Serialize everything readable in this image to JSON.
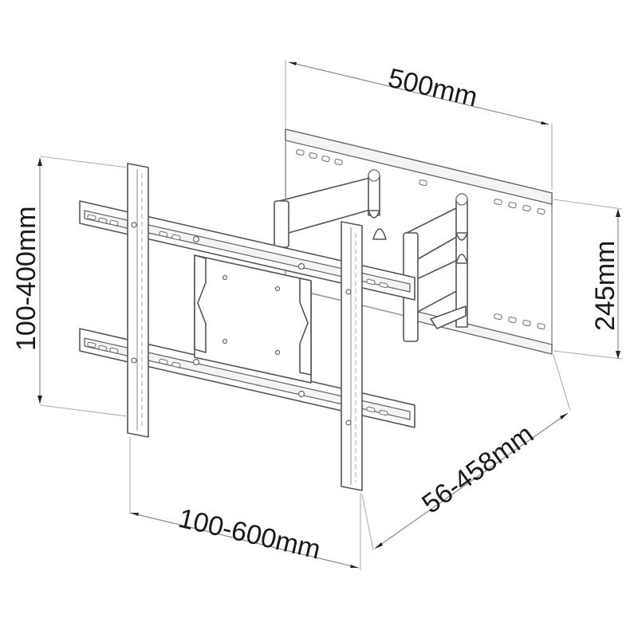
{
  "diagram": {
    "subject": "Full-motion articulating TV wall mount bracket",
    "colors": {
      "background": "#ffffff",
      "line": "#555555",
      "dimension_line": "#8a8a8a",
      "label_text": "#1a1a1a"
    },
    "dimensions": {
      "wall_plate_width": {
        "label": "500mm"
      },
      "wall_plate_height": {
        "label": "245mm"
      },
      "vesa_vertical": {
        "label": "100-400mm"
      },
      "vesa_horizontal": {
        "label": "100-600mm"
      },
      "extension": {
        "label": "56-458mm"
      }
    },
    "parts": [
      {
        "name": "wall-plate"
      },
      {
        "name": "articulating-arm-upper"
      },
      {
        "name": "articulating-arm-lower"
      },
      {
        "name": "tv-horizontal-rail-top"
      },
      {
        "name": "tv-horizontal-rail-bottom"
      },
      {
        "name": "tv-vertical-bracket-left"
      },
      {
        "name": "tv-vertical-bracket-right"
      },
      {
        "name": "center-mount-plate"
      }
    ]
  }
}
